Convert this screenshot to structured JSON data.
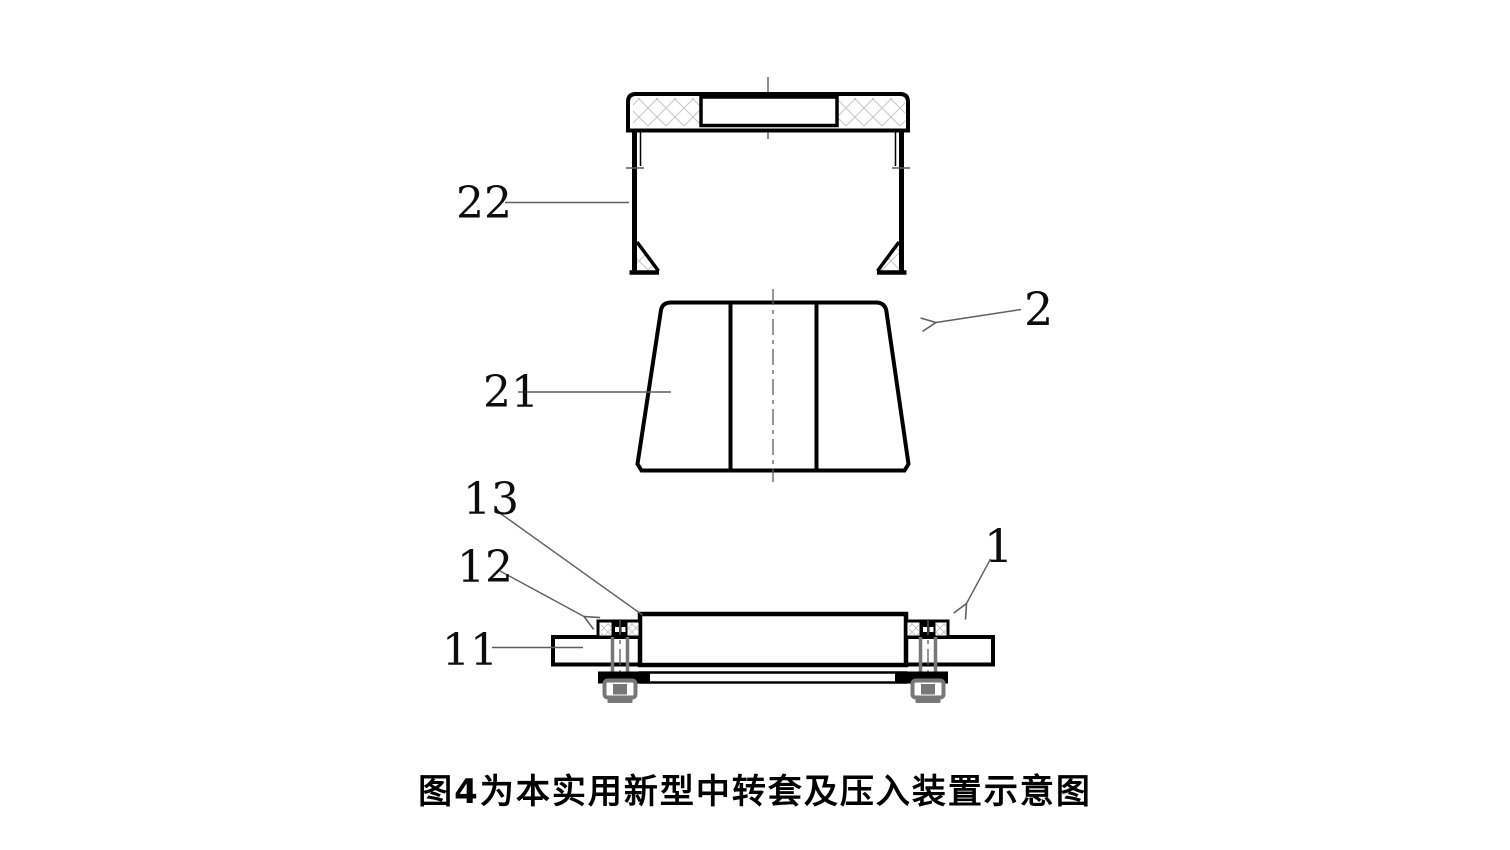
{
  "figure": {
    "caption": "图4为本实用新型中转套及压入装置示意图"
  },
  "callouts": {
    "press_cap": "22",
    "sleeve_body": "21",
    "sleeve_assembly": "2",
    "seat": "13",
    "bolt": "12",
    "flange": "11",
    "base_assembly": "1"
  },
  "colors": {
    "line": "#000000",
    "leader": "#5f5f5f",
    "hardware": "#777777",
    "hatch": "#c6c6c6",
    "background": "#ffffff"
  }
}
